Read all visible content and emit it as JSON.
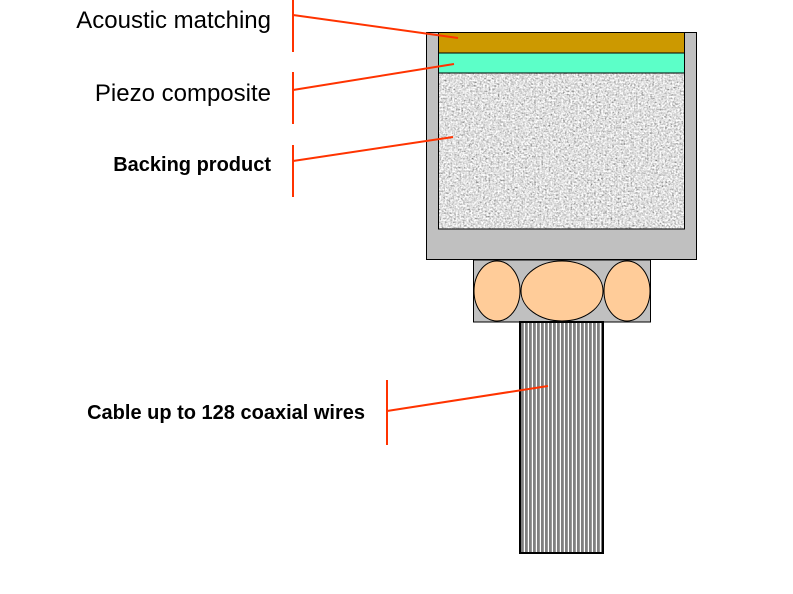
{
  "labels": {
    "acoustic": "Acoustic matching",
    "piezo": "Piezo composite",
    "backing": "Backing product",
    "cable": "Cable up to 128 coaxial wires"
  },
  "colors": {
    "acoustic_layer": "#CC9900",
    "piezo_layer": "#5CFFC8",
    "housing": "#C0C0C0",
    "connector_elements": "#FFCC99",
    "leader_lines": "#FF3300",
    "cable_stripes": "#808080"
  }
}
